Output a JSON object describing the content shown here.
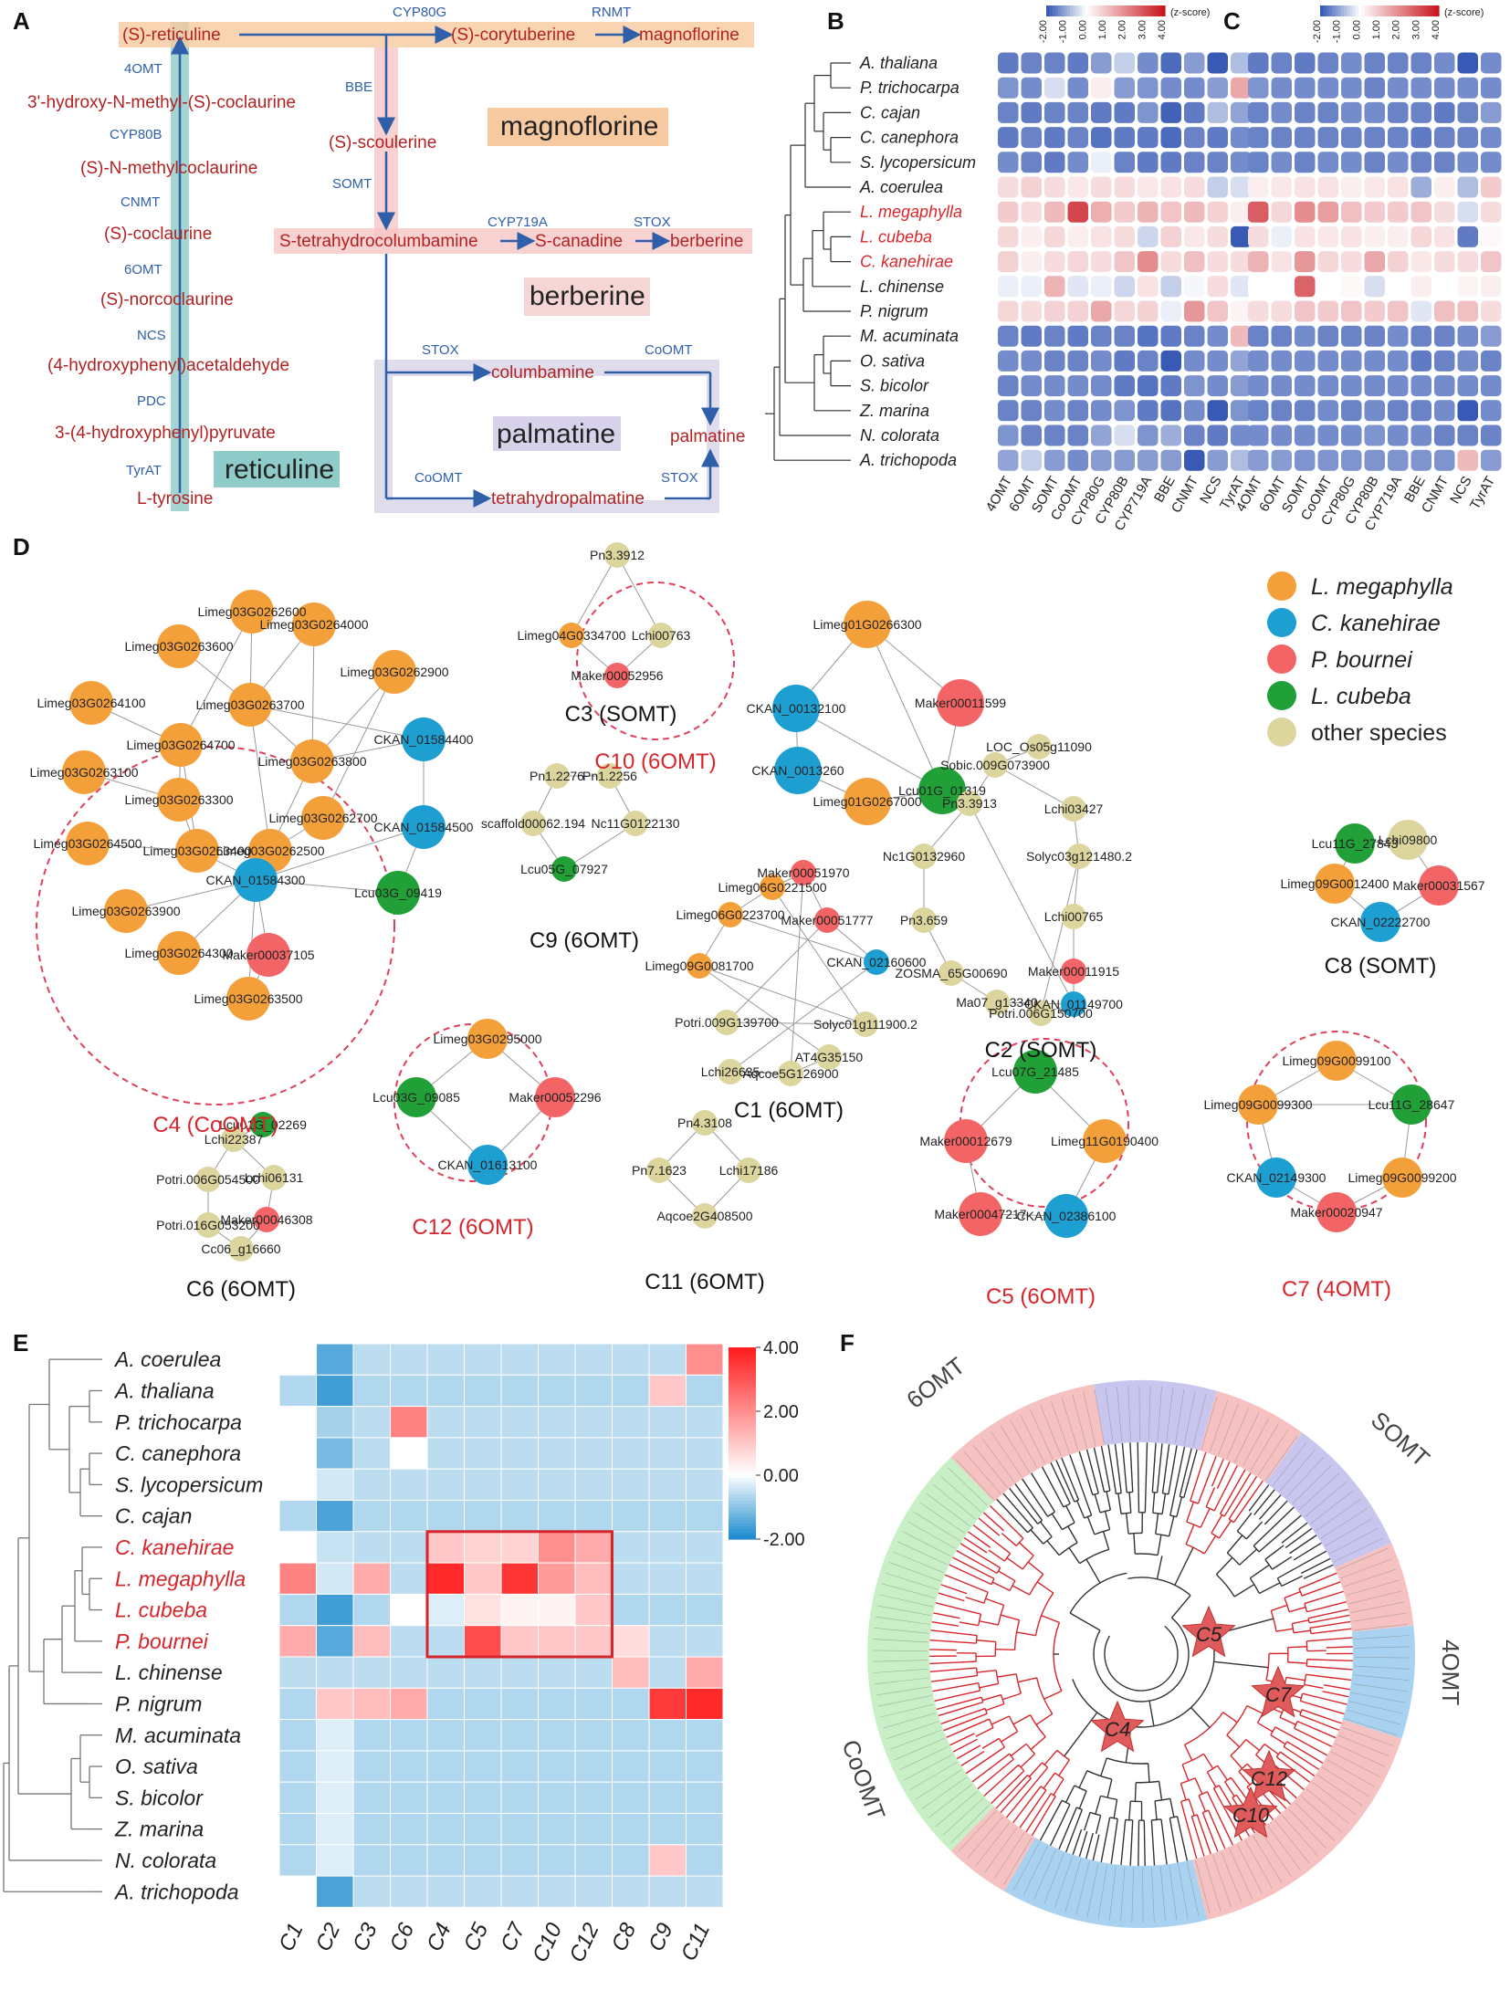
{
  "panels": {
    "A": "A",
    "B": "B",
    "C": "C",
    "D": "D",
    "E": "E",
    "F": "F"
  },
  "panelA": {
    "compounds": {
      "reticuline": "(S)-reticuline",
      "corytuberine": "(S)-corytuberine",
      "magnoflorine_c": "magnoflorine",
      "hnmc": "3'-hydroxy-N-methyl-(S)-coclaurine",
      "nmc": "(S)-N-methylcoclaurine",
      "coclaurine": "(S)-coclaurine",
      "norcoclaurine": "(S)-norcoclaurine",
      "hpaa": "(4-hydroxyphenyl)acetaldehyde",
      "hppyr": "3-(4-hydroxyphenyl)pyruvate",
      "tyrosine": "L-tyrosine",
      "scoulerine": "(S)-scoulerine",
      "thcolumb": "S-tetrahydrocolumbamine",
      "canadine": "S-canadine",
      "berberine_c": "berberine",
      "columbamine": "columbamine",
      "palmatine_c": "palmatine",
      "thpalm": "tetrahydropalmatine"
    },
    "enzymes": {
      "cyp80g": "CYP80G",
      "rnmt": "RNMT",
      "omt4": "4OMT",
      "bbe": "BBE",
      "cyp80b": "CYP80B",
      "somt": "SOMT",
      "cnmt": "CNMT",
      "cyp719a": "CYP719A",
      "stox1": "STOX",
      "omt6": "6OMT",
      "ncs": "NCS",
      "stox2": "STOX",
      "coomt1": "CoOMT",
      "pdc": "PDC",
      "coomt2": "CoOMT",
      "stox3": "STOX",
      "tyrat": "TyrAT"
    },
    "boxes": {
      "magnoflorine": "magnoflorine",
      "berberine": "berberine",
      "palmatine": "palmatine",
      "reticuline": "reticuline"
    }
  },
  "heatmapBC": {
    "species": [
      "A. thaliana",
      "P. trichocarpa",
      "C. cajan",
      "C. canephora",
      "S. lycopersicum",
      "A. coerulea",
      "L. megaphylla",
      "L. cubeba",
      "C. kanehirae",
      "L. chinense",
      "P. nigrum",
      "M. acuminata",
      "O. sativa",
      "S. bicolor",
      "Z. marina",
      "N. colorata",
      "A. trichopoda"
    ],
    "highlight": [
      6,
      7,
      8
    ],
    "genes_B": [
      "4OMT",
      "6OMT",
      "SOMT",
      "CoOMT",
      "CYP80G",
      "CYP80B",
      "CYP719A",
      "BBE",
      "CNMT",
      "NCS",
      "TyrAT"
    ],
    "genes_C": [
      "4OMT",
      "6OMT",
      "SOMT",
      "CoOMT",
      "CYP80G",
      "CYP80B",
      "CYP719A",
      "BBE",
      "CNMT",
      "NCS",
      "TyrAT"
    ],
    "scale_title": "(z-score)",
    "scale_ticks": [
      "-2.00",
      "-1.00",
      "0.00",
      "1.00",
      "2.00",
      "3.00",
      "4.00"
    ]
  },
  "panelD": {
    "legend": [
      {
        "label": "L. megaphylla",
        "color": "#f4a03a"
      },
      {
        "label": "C. kanehirae",
        "color": "#1e9fd2"
      },
      {
        "label": "P. bournei",
        "color": "#f26465"
      },
      {
        "label": "L. cubeba",
        "color": "#21a038"
      },
      {
        "label": "other species",
        "color": "#dcd59d"
      }
    ],
    "clusters": {
      "c1": "C1 (6OMT)",
      "c2": "C2 (SOMT)",
      "c3": "C3 (SOMT)",
      "c4": "C4 (CoOMT)",
      "c5": "C5 (6OMT)",
      "c6": "C6 (6OMT)",
      "c7": "C7 (4OMT)",
      "c8": "C8 (SOMT)",
      "c9": "C9 (6OMT)",
      "c10": "C10 (6OMT)",
      "c11": "C11 (6OMT)",
      "c12": "C12 (6OMT)"
    }
  },
  "panelE": {
    "species": [
      "A. coerulea",
      "A. thaliana",
      "P. trichocarpa",
      "C. canephora",
      "S. lycopersicum",
      "C. cajan",
      "C. kanehirae",
      "L. megaphylla",
      "L. cubeba",
      "P. bournei",
      "L. chinense",
      "P. nigrum",
      "M. acuminata",
      "O. sativa",
      "S. bicolor",
      "Z. marina",
      "N. colorata",
      "A. trichopoda"
    ],
    "highlight": [
      6,
      7,
      8,
      9
    ],
    "clusters": [
      "C1",
      "C2",
      "C3",
      "C6",
      "C4",
      "C5",
      "C7",
      "C10",
      "C12",
      "C8",
      "C9",
      "C11"
    ],
    "scale_ticks": [
      "4.00",
      "2.00",
      "0.00",
      "-2.00"
    ]
  },
  "panelF": {
    "groups": {
      "omt6": "6OMT",
      "somt": "SOMT",
      "omt4": "4OMT",
      "coomt": "CoOMT"
    },
    "stars": {
      "c5": "C5",
      "c7": "C7",
      "c4": "C4",
      "c12": "C12",
      "c10": "C10"
    }
  },
  "chart_data": [
    {
      "type": "heatmap",
      "title": "",
      "rows": [
        "A. thaliana",
        "P. trichocarpa",
        "C. cajan",
        "C. canephora",
        "S. lycopersicum",
        "A. coerulea",
        "L. megaphylla",
        "L. cubeba",
        "C. kanehirae",
        "L. chinense",
        "P. nigrum",
        "M. acuminata",
        "O. sativa",
        "S. bicolor",
        "Z. marina",
        "N. colorata",
        "A. trichopoda"
      ],
      "columns": [
        "4OMT",
        "6OMT",
        "SOMT",
        "CoOMT",
        "CYP80G",
        "CYP80B",
        "CYP719A",
        "BBE",
        "CNMT",
        "NCS",
        "TyrAT"
      ],
      "values": [
        [
          -1.6,
          -1.5,
          -1.5,
          -1.6,
          -1.2,
          -0.6,
          -1.4,
          -1.8,
          -1.2,
          -2.2,
          -0.8
        ],
        [
          -1.3,
          -1.4,
          -0.4,
          -1.4,
          0.3,
          -1.2,
          -1.3,
          -1.4,
          -1.4,
          -1.2,
          1.5
        ],
        [
          -1.5,
          -1.6,
          -1.5,
          -1.5,
          -1.6,
          -1.6,
          -1.3,
          -1.9,
          -1.6,
          -0.8,
          -1.1
        ],
        [
          -1.6,
          -1.5,
          -1.6,
          -1.5,
          -1.7,
          -1.6,
          -1.6,
          -1.8,
          -1.5,
          -1.6,
          -1.4
        ],
        [
          -1.4,
          -1.5,
          -1.6,
          -1.4,
          -0.2,
          -1.5,
          -1.6,
          -1.6,
          -1.5,
          -1.5,
          -1.4
        ],
        [
          0.6,
          0.8,
          0.6,
          0.4,
          0.6,
          0.6,
          0.4,
          0.5,
          0.6,
          -0.6,
          -0.4
        ],
        [
          0.9,
          0.6,
          1.2,
          3.2,
          1.4,
          0.9,
          1.3,
          1.0,
          1.2,
          0.8,
          0.3
        ],
        [
          0.7,
          0.3,
          0.7,
          0.3,
          0.5,
          0.6,
          -0.5,
          0.8,
          0.4,
          0.6,
          -2.2
        ],
        [
          0.8,
          0.3,
          0.6,
          0.7,
          0.6,
          1.0,
          2.0,
          0.6,
          1.1,
          0.6,
          0.6
        ],
        [
          -0.2,
          -0.2,
          1.3,
          -0.3,
          -0.2,
          -0.5,
          0.5,
          -0.6,
          -0.1,
          0.6,
          -0.3
        ],
        [
          0.7,
          0.6,
          0.8,
          0.8,
          1.5,
          0.7,
          0.8,
          -0.2,
          1.8,
          1.0,
          0.2
        ],
        [
          -1.5,
          -1.6,
          -1.5,
          -1.6,
          -1.5,
          -1.5,
          -1.7,
          -1.6,
          -1.5,
          -1.4,
          1.2
        ],
        [
          -1.4,
          -1.4,
          -1.5,
          -1.5,
          -1.4,
          -1.6,
          -1.5,
          -2.0,
          -1.4,
          -1.4,
          -1.1
        ],
        [
          -1.5,
          -1.4,
          -1.4,
          -1.4,
          -1.4,
          -1.6,
          -1.7,
          -1.6,
          -1.3,
          -1.4,
          -1.2
        ],
        [
          -1.5,
          -1.5,
          -1.4,
          -1.5,
          -1.4,
          -1.3,
          -1.6,
          -1.7,
          -1.4,
          -2.2,
          -1.3
        ],
        [
          -1.3,
          -1.5,
          -1.5,
          -1.5,
          -1.1,
          -0.4,
          -1.3,
          -1.0,
          -1.5,
          -1.6,
          -1.4
        ],
        [
          -1.1,
          -0.6,
          -1.2,
          -1.4,
          -1.2,
          -1.2,
          -1.2,
          -1.2,
          -2.1,
          -1.2,
          -0.8
        ]
      ],
      "ylim": [
        -2,
        4
      ]
    },
    {
      "type": "heatmap",
      "title": "",
      "rows": [
        "A. thaliana",
        "P. trichocarpa",
        "C. cajan",
        "C. canephora",
        "S. lycopersicum",
        "A. coerulea",
        "L. megaphylla",
        "L. cubeba",
        "C. kanehirae",
        "L. chinense",
        "P. nigrum",
        "M. acuminata",
        "O. sativa",
        "S. bicolor",
        "Z. marina",
        "N. colorata",
        "A. trichopoda"
      ],
      "columns": [
        "4OMT",
        "6OMT",
        "SOMT",
        "CoOMT",
        "CYP80G",
        "CYP80B",
        "CYP719A",
        "BBE",
        "CNMT",
        "NCS",
        "TyrAT"
      ],
      "values": [
        [
          -1.6,
          -1.5,
          -1.6,
          -1.5,
          -1.4,
          -1.5,
          -1.5,
          -1.5,
          -1.4,
          -2.2,
          -1.4
        ],
        [
          -1.3,
          -1.4,
          -1.4,
          -1.4,
          -1.4,
          -1.5,
          -1.4,
          -1.4,
          -1.4,
          -1.4,
          -1.4
        ],
        [
          -1.5,
          -1.4,
          -1.5,
          -1.5,
          -1.4,
          -1.4,
          -1.5,
          -1.5,
          -1.6,
          -1.5,
          -1.2
        ],
        [
          -1.5,
          -1.5,
          -1.5,
          -1.5,
          -1.5,
          -1.5,
          -1.5,
          -1.6,
          -1.5,
          -1.5,
          -1.4
        ],
        [
          -1.5,
          -1.4,
          -1.5,
          -1.4,
          -1.4,
          -1.5,
          -1.4,
          -1.5,
          -1.5,
          -1.4,
          -1.4
        ],
        [
          0.3,
          0.4,
          0.5,
          0.5,
          0.3,
          0.4,
          0.5,
          -1.0,
          0.3,
          -0.8,
          0.9
        ],
        [
          2.8,
          0.7,
          2.0,
          1.7,
          1.1,
          0.9,
          0.9,
          1.0,
          0.6,
          -0.4,
          0.6
        ],
        [
          0.6,
          -0.2,
          0.5,
          0.4,
          0.5,
          0.3,
          0.3,
          0.7,
          0.5,
          -1.6,
          0.1
        ],
        [
          1.3,
          0.5,
          1.8,
          0.7,
          0.6,
          1.5,
          0.8,
          0.4,
          0.6,
          0.6,
          1.0
        ],
        [
          0.0,
          0.0,
          2.7,
          0.0,
          0.1,
          -0.4,
          0.0,
          0.3,
          0.0,
          0.2,
          0.3
        ],
        [
          0.6,
          0.6,
          1.0,
          0.9,
          1.0,
          0.9,
          1.0,
          -0.3,
          1.1,
          1.1,
          0.6
        ],
        [
          -1.5,
          -1.5,
          -1.4,
          -1.5,
          -1.5,
          -1.5,
          -1.4,
          -1.5,
          -1.5,
          -1.4,
          -1.2
        ],
        [
          -1.4,
          -1.4,
          -1.4,
          -1.4,
          -1.4,
          -1.4,
          -1.4,
          -1.6,
          -1.5,
          -1.4,
          -1.5
        ],
        [
          -1.4,
          -1.4,
          -1.4,
          -1.4,
          -1.4,
          -1.4,
          -1.4,
          -1.4,
          -1.4,
          -1.4,
          -1.4
        ],
        [
          -1.5,
          -1.5,
          -1.5,
          -1.4,
          -1.5,
          -1.4,
          -1.5,
          -1.5,
          -1.4,
          -2.2,
          -1.4
        ],
        [
          -1.4,
          -1.4,
          -1.4,
          -1.4,
          -1.4,
          -1.3,
          -1.4,
          -1.4,
          -1.5,
          -1.5,
          -1.5
        ],
        [
          -1.2,
          -1.2,
          -1.3,
          -1.3,
          -1.3,
          -1.3,
          -1.3,
          -1.3,
          -1.3,
          1.2,
          -1.2
        ]
      ],
      "ylim": [
        -2,
        4
      ]
    },
    {
      "type": "heatmap",
      "title": "",
      "rows": [
        "A. coerulea",
        "A. thaliana",
        "P. trichocarpa",
        "C. canephora",
        "S. lycopersicum",
        "C. cajan",
        "C. kanehirae",
        "L. megaphylla",
        "L. cubeba",
        "P. bournei",
        "L. chinense",
        "P. nigrum",
        "M. acuminata",
        "O. sativa",
        "S. bicolor",
        "Z. marina",
        "N. colorata",
        "A. trichopoda"
      ],
      "columns": [
        "C1",
        "C2",
        "C3",
        "C6",
        "C4",
        "C5",
        "C7",
        "C10",
        "C12",
        "C8",
        "C9",
        "C11"
      ],
      "values": [
        [
          0.0,
          -1.5,
          -0.6,
          -0.6,
          -0.6,
          -0.6,
          -0.6,
          -0.6,
          -0.6,
          -0.6,
          -0.6,
          2.0
        ],
        [
          -0.7,
          -1.7,
          -0.7,
          -0.7,
          -0.7,
          -0.7,
          -0.7,
          -0.7,
          -0.7,
          -0.7,
          1.0,
          -0.7
        ],
        [
          0.0,
          -0.8,
          -0.6,
          2.2,
          -0.6,
          -0.6,
          -0.6,
          -0.6,
          -0.6,
          -0.6,
          -0.6,
          -0.6
        ],
        [
          0.0,
          -1.2,
          -0.6,
          0.0,
          -0.6,
          -0.6,
          -0.6,
          -0.6,
          -0.6,
          -0.6,
          -0.6,
          -0.6
        ],
        [
          0.0,
          -0.4,
          -0.6,
          -0.6,
          -0.6,
          -0.6,
          -0.6,
          -0.6,
          -0.6,
          -0.6,
          -0.6,
          -0.6
        ],
        [
          -0.7,
          -1.6,
          -0.7,
          -0.7,
          -0.7,
          -0.7,
          -0.7,
          -0.7,
          -0.7,
          -0.7,
          -0.7,
          -0.7
        ],
        [
          0.0,
          -0.5,
          -0.6,
          -0.6,
          1.0,
          0.8,
          0.8,
          2.0,
          1.5,
          -0.6,
          -0.6,
          -0.6
        ],
        [
          2.2,
          -0.4,
          1.5,
          -0.6,
          3.8,
          1.0,
          3.6,
          1.8,
          1.2,
          -0.6,
          -0.6,
          -0.6
        ],
        [
          -0.7,
          -1.7,
          -0.7,
          0.0,
          -0.3,
          0.5,
          0.2,
          0.2,
          1.0,
          -0.7,
          -0.7,
          -0.7
        ],
        [
          1.5,
          -1.5,
          1.2,
          -0.6,
          -0.6,
          3.2,
          1.0,
          1.0,
          1.0,
          0.6,
          -0.6,
          -0.6
        ],
        [
          -0.6,
          -0.6,
          -0.6,
          -0.6,
          -0.6,
          -0.6,
          -0.6,
          -0.6,
          -0.6,
          1.2,
          -0.6,
          1.5
        ],
        [
          -0.7,
          1.0,
          1.2,
          1.5,
          -0.7,
          -0.7,
          -0.7,
          -0.7,
          -0.7,
          -0.7,
          3.5,
          3.8
        ],
        [
          -0.7,
          -0.3,
          -0.7,
          -0.7,
          -0.7,
          -0.7,
          -0.7,
          -0.7,
          -0.7,
          -0.7,
          -0.7,
          -0.7
        ],
        [
          -0.7,
          -0.3,
          -0.7,
          -0.7,
          -0.7,
          -0.7,
          -0.7,
          -0.7,
          -0.7,
          -0.7,
          -0.7,
          -0.7
        ],
        [
          -0.7,
          -0.3,
          -0.7,
          -0.7,
          -0.7,
          -0.7,
          -0.7,
          -0.7,
          -0.7,
          -0.7,
          -0.7,
          -0.7
        ],
        [
          -0.7,
          -0.3,
          -0.7,
          -0.7,
          -0.7,
          -0.7,
          -0.7,
          -0.7,
          -0.7,
          -0.7,
          -0.7,
          -0.7
        ],
        [
          -0.7,
          -0.3,
          -0.7,
          -0.7,
          -0.7,
          -0.7,
          -0.7,
          -0.7,
          -0.7,
          -0.7,
          1.0,
          -0.7
        ],
        [
          0.0,
          -1.6,
          -0.6,
          -0.6,
          -0.6,
          -0.6,
          -0.6,
          -0.6,
          -0.6,
          -0.6,
          -0.6,
          -0.6
        ]
      ],
      "ylim": [
        -2,
        4
      ]
    }
  ],
  "colors": {
    "red_label": "#b22222",
    "blue_label": "#2f5fa8",
    "crimson": "#d7262b"
  }
}
